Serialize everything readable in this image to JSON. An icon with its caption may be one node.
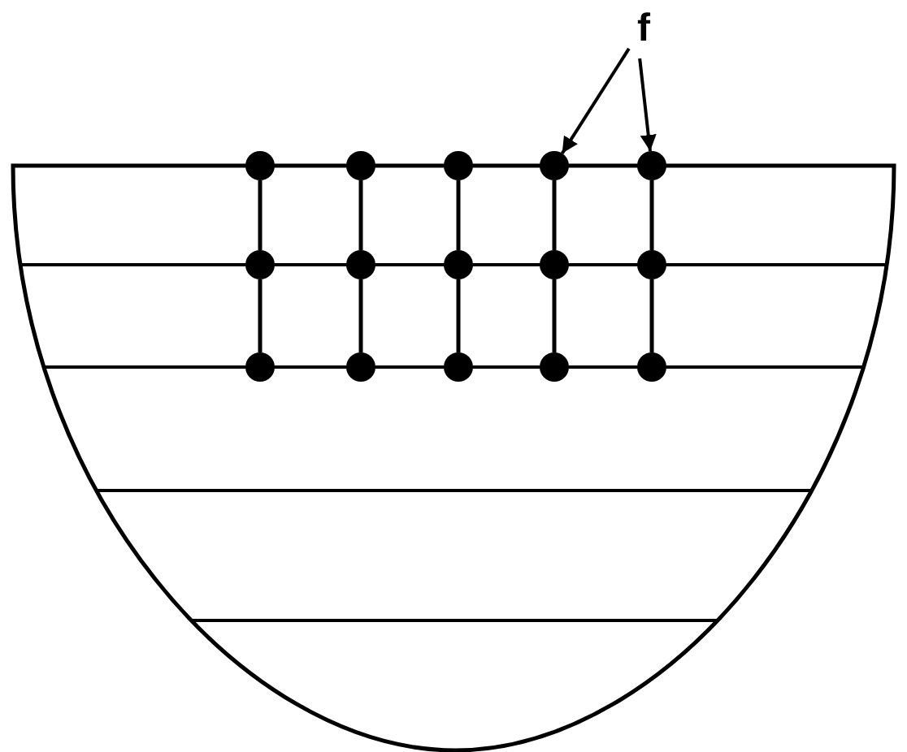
{
  "diagram": {
    "nodes": [
      {
        "text": [
          "f"
        ]
      },
      {
        "text": [],
        "shape": "circle"
      },
      {
        "text": [],
        "shape": "circle"
      },
      {
        "text": [],
        "shape": "circle"
      },
      {
        "text": [],
        "shape": "circle"
      },
      {
        "text": [],
        "shape": "circle"
      },
      {
        "text": [],
        "shape": "circle"
      },
      {
        "text": [],
        "shape": "circle"
      },
      {
        "text": [],
        "shape": "circle"
      },
      {
        "text": [],
        "shape": "circle"
      },
      {
        "text": [],
        "shape": "circle"
      },
      {
        "text": [],
        "shape": "circle"
      },
      {
        "text": [],
        "shape": "circle"
      },
      {
        "text": [],
        "shape": "circle"
      },
      {
        "text": [],
        "shape": "circle"
      },
      {
        "text": [],
        "shape": "circle"
      }
    ],
    "edges": [
      {
        "from": 0,
        "to": 4,
        "arrow": "to"
      },
      {
        "from": 0,
        "to": 5,
        "arrow": "to"
      },
      {
        "from": 1,
        "to": 6,
        "arrow": "none"
      },
      {
        "from": 2,
        "to": 7,
        "arrow": "none"
      },
      {
        "from": 3,
        "to": 8,
        "arrow": "none"
      },
      {
        "from": 4,
        "to": 9,
        "arrow": "none"
      },
      {
        "from": 5,
        "to": 10,
        "arrow": "none"
      },
      {
        "from": 6,
        "to": 11,
        "arrow": "none"
      },
      {
        "from": 7,
        "to": 12,
        "arrow": "none"
      },
      {
        "from": 8,
        "to": 13,
        "arrow": "none"
      },
      {
        "from": 9,
        "to": 14,
        "arrow": "none"
      },
      {
        "from": 10,
        "to": 15,
        "arrow": "none"
      }
    ]
  }
}
